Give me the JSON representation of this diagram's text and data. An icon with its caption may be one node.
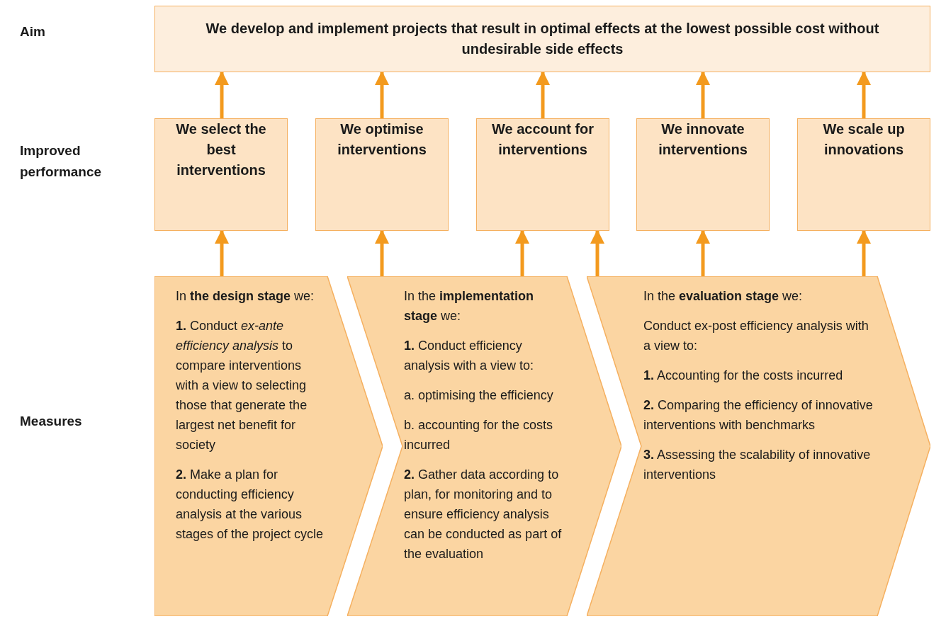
{
  "diagram": {
    "nodes": [
      {
        "text": [
          "We develop and implement projects that result in optimal effects at the lowest possible cost without undesirable side effects"
        ]
      },
      {
        "text": [
          "We select the best interventions"
        ]
      },
      {
        "text": [
          "We optimise interventions"
        ]
      },
      {
        "text": [
          "We account for interventions"
        ]
      },
      {
        "text": [
          "We innovate interventions"
        ]
      },
      {
        "text": [
          "We scale up innovations"
        ]
      },
      {
        "text": [
          "In **the design stage** we:",
          "**1.** Conduct *ex-ante efficiency analysis* to compare interventions with a view to selecting those that generate the largest net benefit for society",
          "**2.** Make a plan for conducting efficiency analysis at the various stages of the project cycle"
        ]
      },
      {
        "text": [
          "In the **implementation stage** we:",
          "**1.** Conduct efficiency analysis with a view to:",
          "a. optimising the efficiency",
          "b. accounting for the costs incurred",
          "**2.** Gather data according to plan, for monitoring and to ensure efficiency analysis can be conducted as part of the evaluation"
        ]
      },
      {
        "text": [
          "In the **evaluation stage** we:",
          "Conduct ex-post efficiency analysis with a view to:",
          "**1.** Accounting for the costs incurred",
          "**2.** Comparing the efficiency of innovative interventions with benchmarks",
          "**3.** Assessing the scalability of innovative interventions"
        ]
      }
    ],
    "edges": [
      {
        "from": 1,
        "to": 0,
        "arrow": "to"
      },
      {
        "from": 2,
        "to": 0,
        "arrow": "to"
      },
      {
        "from": 3,
        "to": 0,
        "arrow": "to"
      },
      {
        "from": 4,
        "to": 0,
        "arrow": "to"
      },
      {
        "from": 5,
        "to": 0,
        "arrow": "to"
      },
      {
        "from": 6,
        "to": 1,
        "arrow": "to"
      },
      {
        "from": 7,
        "to": 2,
        "arrow": "to"
      },
      {
        "from": 7,
        "to": 3,
        "arrow": "to"
      },
      {
        "from": 8,
        "to": 3,
        "arrow": "to"
      },
      {
        "from": 8,
        "to": 4,
        "arrow": "to"
      },
      {
        "from": 8,
        "to": 5,
        "arrow": "to"
      }
    ],
    "labels": [
      "Aim",
      "Improved performance",
      "Measures"
    ]
  }
}
